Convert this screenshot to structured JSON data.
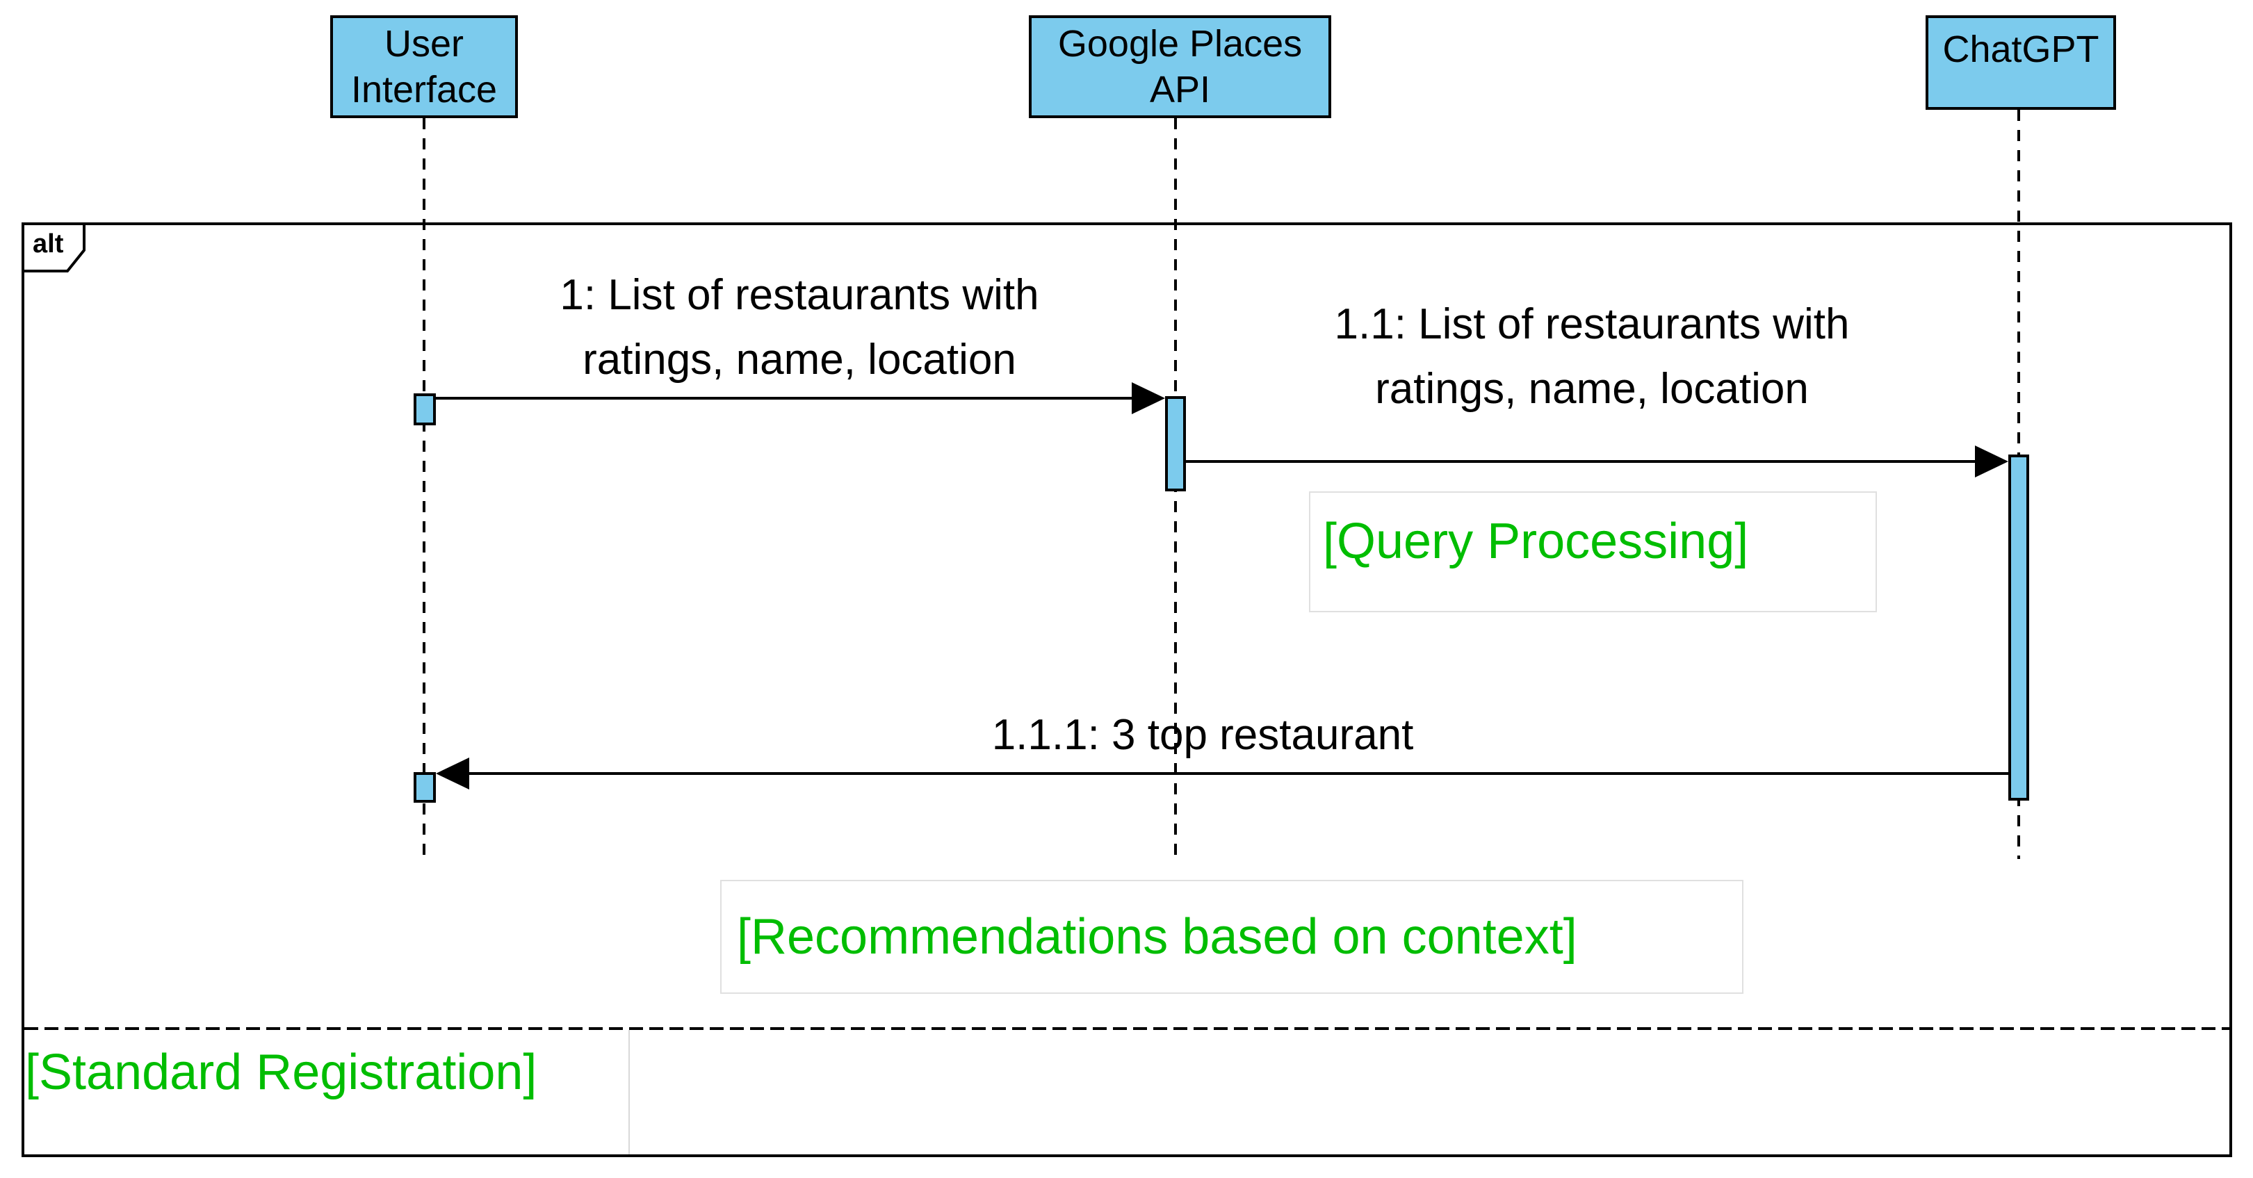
{
  "actors": [
    {
      "id": "user-interface",
      "line1": "User",
      "line2": "Interface"
    },
    {
      "id": "google-places-api",
      "line1": "Google Places",
      "line2": "API"
    },
    {
      "id": "chatgpt",
      "line1": "ChatGPT"
    }
  ],
  "fragment": {
    "operator": "alt",
    "second_operand_guard": "[Standard Registration]"
  },
  "messages": [
    {
      "seq": "1",
      "text": "1: List of restaurants with ratings, name, location",
      "line1": "1: List of restaurants with",
      "line2": "ratings, name, location",
      "from": "user-interface",
      "to": "google-places-api"
    },
    {
      "seq": "1.1",
      "text": "1.1: List of restaurants with ratings, name, location",
      "line1": "1.1: List of restaurants with",
      "line2": "ratings, name, location",
      "from": "google-places-api",
      "to": "chatgpt"
    },
    {
      "seq": "1.1.1",
      "text": "1.1.1: 3 top restaurant",
      "line1": "1.1.1: 3 top restaurant",
      "from": "chatgpt",
      "to": "user-interface"
    }
  ],
  "annotations": [
    {
      "text": "[Query Processing]"
    },
    {
      "text": "[Recommendations based on context]"
    }
  ],
  "colors": {
    "actor_fill": "#7CCBED",
    "stroke": "#000000",
    "annotation_green": "#00BD00",
    "annotation_box_border": "#E0E0E0"
  }
}
